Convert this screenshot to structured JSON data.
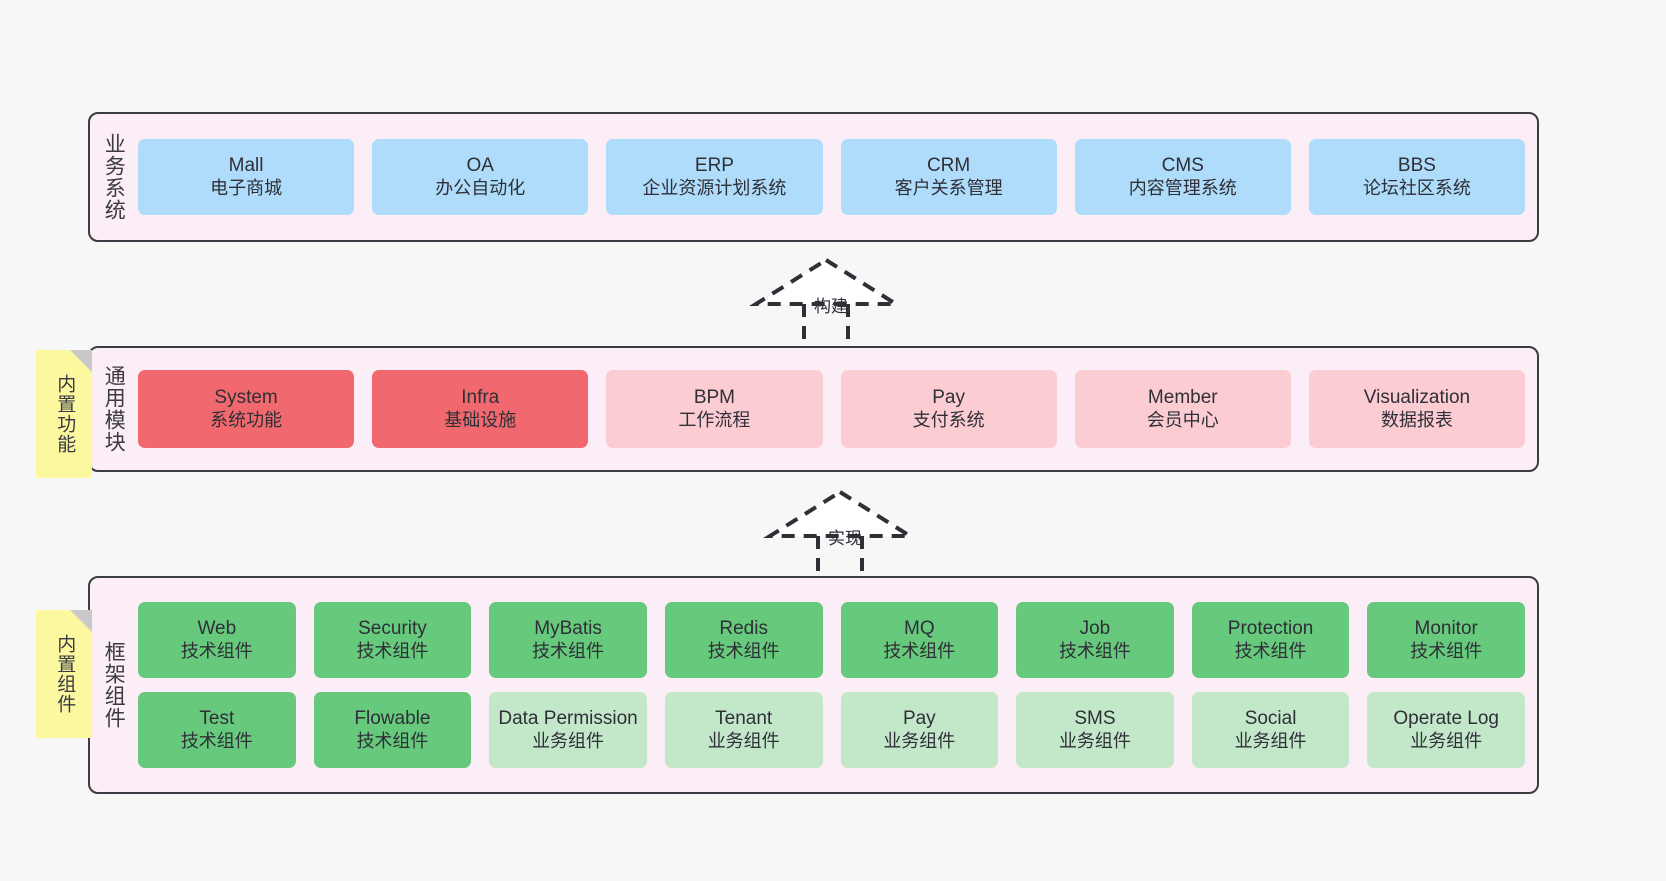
{
  "diagram": {
    "background": "#f7f7f7",
    "panel_bg": "#fbeef6",
    "panel_border": "#3c3c44",
    "sticky_bg": "#fbf8a0",
    "colors": {
      "business": "#aedcfa",
      "module_core": "#f1696e",
      "module_optional": "#fcccd3",
      "tech_component": "#66c97c",
      "biz_component": "#c3e8c9"
    }
  },
  "layers": {
    "business": {
      "title": "业务系统",
      "nodes": [
        {
          "name": "Mall",
          "sub": "电子商城",
          "color": "blue"
        },
        {
          "name": "OA",
          "sub": "办公自动化",
          "color": "blue"
        },
        {
          "name": "ERP",
          "sub": "企业资源计划系统",
          "color": "blue"
        },
        {
          "name": "CRM",
          "sub": "客户关系管理",
          "color": "blue"
        },
        {
          "name": "CMS",
          "sub": "内容管理系统",
          "color": "blue"
        },
        {
          "name": "BBS",
          "sub": "论坛社区系统",
          "color": "blue"
        }
      ]
    },
    "common": {
      "title": "通用模块",
      "sticky": "内置功能",
      "nodes": [
        {
          "name": "System",
          "sub": "系统功能",
          "color": "red"
        },
        {
          "name": "Infra",
          "sub": "基础设施",
          "color": "red"
        },
        {
          "name": "BPM",
          "sub": "工作流程",
          "color": "pink"
        },
        {
          "name": "Pay",
          "sub": "支付系统",
          "color": "pink"
        },
        {
          "name": "Member",
          "sub": "会员中心",
          "color": "pink"
        },
        {
          "name": "Visualization",
          "sub": "数据报表",
          "color": "pink"
        }
      ]
    },
    "framework": {
      "title": "框架组件",
      "sticky": "内置组件",
      "row1": [
        {
          "name": "Web",
          "sub": "技术组件",
          "color": "green"
        },
        {
          "name": "Security",
          "sub": "技术组件",
          "color": "green"
        },
        {
          "name": "MyBatis",
          "sub": "技术组件",
          "color": "green"
        },
        {
          "name": "Redis",
          "sub": "技术组件",
          "color": "green"
        },
        {
          "name": "MQ",
          "sub": "技术组件",
          "color": "green"
        },
        {
          "name": "Job",
          "sub": "技术组件",
          "color": "green"
        },
        {
          "name": "Protection",
          "sub": "技术组件",
          "color": "green"
        },
        {
          "name": "Monitor",
          "sub": "技术组件",
          "color": "green"
        }
      ],
      "row2": [
        {
          "name": "Test",
          "sub": "技术组件",
          "color": "green"
        },
        {
          "name": "Flowable",
          "sub": "技术组件",
          "color": "green"
        },
        {
          "name": "Data Permission",
          "sub": "业务组件",
          "color": "lightgreen"
        },
        {
          "name": "Tenant",
          "sub": "业务组件",
          "color": "lightgreen"
        },
        {
          "name": "Pay",
          "sub": "业务组件",
          "color": "lightgreen"
        },
        {
          "name": "SMS",
          "sub": "业务组件",
          "color": "lightgreen"
        },
        {
          "name": "Social",
          "sub": "业务组件",
          "color": "lightgreen"
        },
        {
          "name": "Operate Log",
          "sub": "业务组件",
          "color": "lightgreen"
        }
      ]
    }
  },
  "connectors": [
    {
      "id": "build",
      "label": "构建",
      "from": "common",
      "to": "business"
    },
    {
      "id": "implement",
      "label": "实现",
      "from": "framework",
      "to": "common"
    }
  ]
}
